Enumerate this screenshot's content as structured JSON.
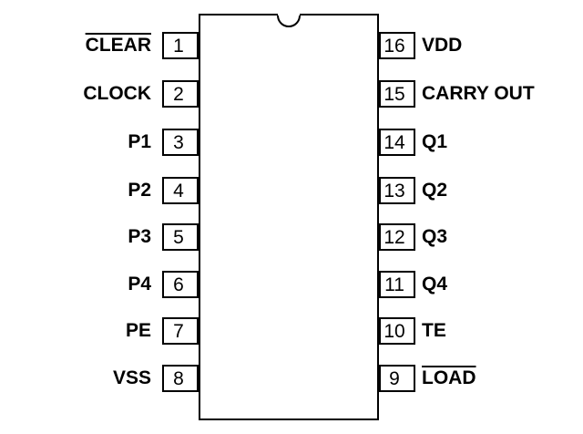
{
  "chip": {
    "left_pins": [
      {
        "number": "1",
        "label": "CLEAR",
        "overbar": true
      },
      {
        "number": "2",
        "label": "CLOCK",
        "overbar": false
      },
      {
        "number": "3",
        "label": "P1",
        "overbar": false
      },
      {
        "number": "4",
        "label": "P2",
        "overbar": false
      },
      {
        "number": "5",
        "label": "P3",
        "overbar": false
      },
      {
        "number": "6",
        "label": "P4",
        "overbar": false
      },
      {
        "number": "7",
        "label": "PE",
        "overbar": false
      },
      {
        "number": "8",
        "label": "VSS",
        "overbar": false
      }
    ],
    "right_pins": [
      {
        "number": "16",
        "label": "VDD",
        "overbar": false
      },
      {
        "number": "15",
        "label": "CARRY OUT",
        "overbar": false
      },
      {
        "number": "14",
        "label": "Q1",
        "overbar": false
      },
      {
        "number": "13",
        "label": "Q2",
        "overbar": false
      },
      {
        "number": "12",
        "label": "Q3",
        "overbar": false
      },
      {
        "number": "11",
        "label": "Q4",
        "overbar": false
      },
      {
        "number": "10",
        "label": "TE",
        "overbar": false
      },
      {
        "number": "9",
        "label": "LOAD",
        "overbar": true
      }
    ]
  }
}
